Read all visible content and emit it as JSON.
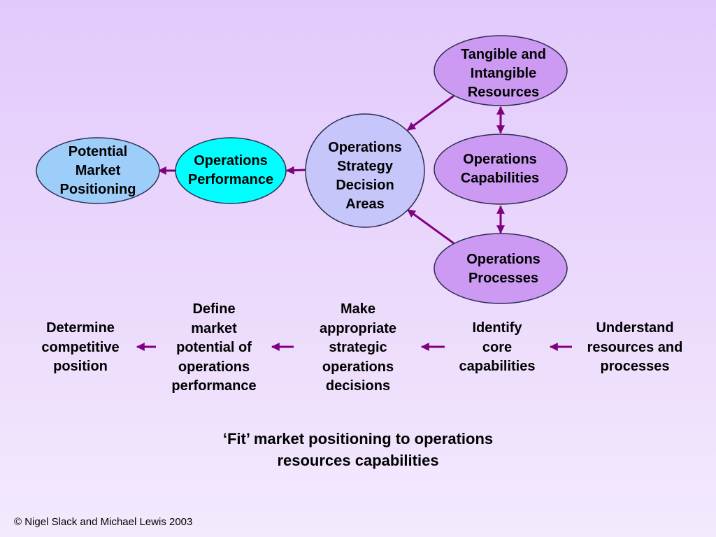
{
  "colors": {
    "market_fill": "#9dcdf9",
    "performance_fill": "#00ffff",
    "strategy_fill": "#c6c6fb",
    "resource_fill": "#cc9af3",
    "outline": "#2d2d52",
    "connector": "#800080"
  },
  "nodes": {
    "market_positioning": "Potential\nMarket\nPositioning",
    "operations_performance": "Operations\nPerformance",
    "strategy_decision_areas": "Operations\nStrategy\nDecision\nAreas",
    "tangible_resources": "Tangible and\nIntangible\nResources",
    "operations_capabilities": "Operations\nCapabilities",
    "operations_processes": "Operations\nProcesses"
  },
  "steps": [
    "Determine\ncompetitive\nposition",
    "Define\nmarket\npotential of\noperations\nperformance",
    "Make\nappropriate\nstrategic\noperations\ndecisions",
    "Identify\ncore\ncapabilities",
    "Understand\nresources and\nprocesses"
  ],
  "caption": "‘Fit’ market positioning to operations\nresources capabilities",
  "copyright": "© Nigel Slack and Michael Lewis 2003"
}
